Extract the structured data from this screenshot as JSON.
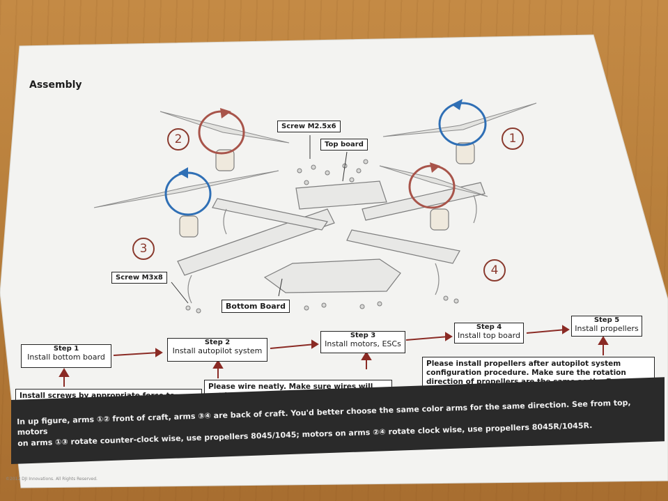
{
  "title": "Assembly",
  "labels": {
    "screw_m25": "Screw M2.5x6",
    "top_board": "Top board",
    "screw_m3": "Screw M3x8",
    "bottom_board": "Bottom Board"
  },
  "arm_numbers": [
    "1",
    "2",
    "3",
    "4"
  ],
  "steps": [
    {
      "title": "Step 1",
      "desc": "Install bottom board"
    },
    {
      "title": "Step 2",
      "desc": "Install autopilot system"
    },
    {
      "title": "Step 3",
      "desc": "Install motors, ESCs"
    },
    {
      "title": "Step 4",
      "desc": "Install top board"
    },
    {
      "title": "Step 5",
      "desc": "Install propellers"
    }
  ],
  "notes": {
    "note1": "Install screws by appropriate force to prevent breaking threads. Use adequate screw glue for installing screws.",
    "note2": "Please wire neatly. Make sure wires will not be cut by frame boards and propellers. Smooth out the boards edge if necessary",
    "note5": "Please install propellers after autopilot system configuration procedure. Make sure the rotation direction of propellers are the same as the figure shows"
  },
  "footer": {
    "line1": "In up figure, arms ①② front of craft, arms ③④ are back of craft. You'd better choose the same color arms for the same direction. See from top, motors",
    "line2": "on arms ①③ rotate counter-clock wise, use propellers 8045/1045; motors on arms ②④ rotate clock wise, use propellers 8045R/1045R."
  },
  "copyright": "©2012 DJI Innovations. All Rights Reserved.",
  "colors": {
    "ccw_arrow": "#2f6fb5",
    "cw_arrow": "#a8544a",
    "step_arrow": "#8a2a24",
    "paper": "#f4f4f2",
    "wood": "#c48a45"
  }
}
